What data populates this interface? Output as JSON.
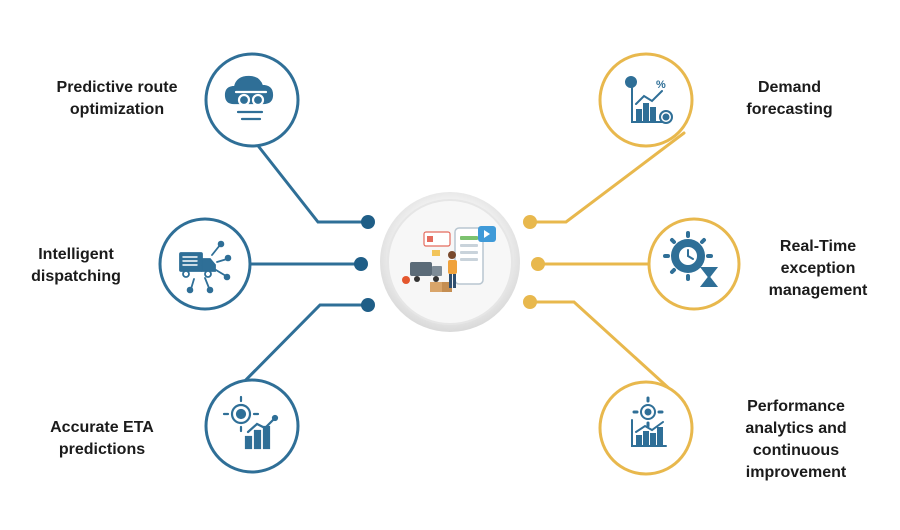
{
  "features": {
    "route_optimization": {
      "lines": [
        "Predictive route",
        "optimization"
      ],
      "icon": "cloud-route-icon"
    },
    "dispatching": {
      "lines": [
        "Intelligent",
        "dispatching"
      ],
      "icon": "truck-network-icon"
    },
    "eta_predictions": {
      "lines": [
        "Accurate ETA",
        "predictions"
      ],
      "icon": "target-chart-icon"
    },
    "demand_forecasting": {
      "lines": [
        "Demand",
        "forecasting"
      ],
      "icon": "forecast-chart-icon"
    },
    "exception_management": {
      "lines": [
        "Real-Time",
        "exception",
        "management"
      ],
      "icon": "gear-clock-icon"
    },
    "performance_analytics": {
      "lines": [
        "Performance",
        "analytics and",
        "continuous",
        "improvement"
      ],
      "icon": "gear-chart-icon"
    }
  },
  "center": {
    "icon": "logistics-illustration"
  },
  "colors": {
    "left": "#2f6f97",
    "right": "#e8b84d",
    "text": "#1b1b1b",
    "center_ring": "#e4e4e4"
  }
}
